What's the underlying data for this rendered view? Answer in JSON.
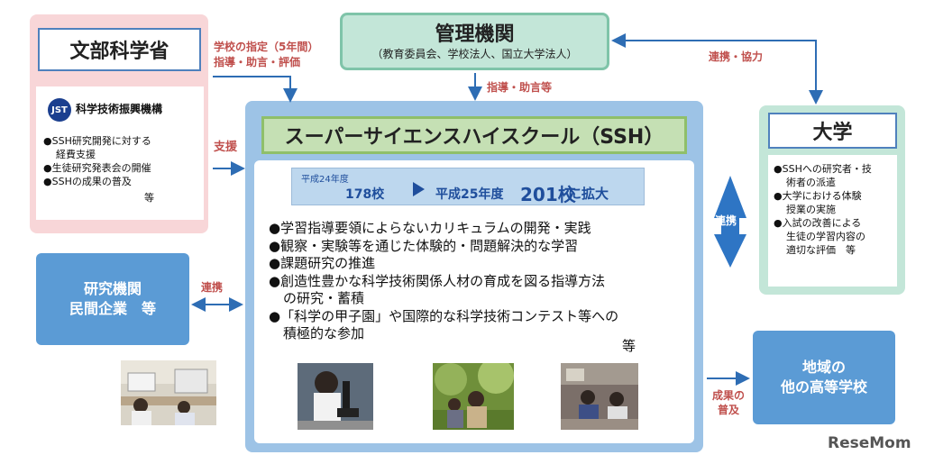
{
  "mext": {
    "title": "文部科学省",
    "jst_logo": "JST",
    "jst_name": "科学技術振興機構",
    "items": [
      "●SSH研究開発に対する",
      "経費支援",
      "●生徒研究発表会の開催",
      "●SSHの成果の普及"
    ],
    "etc": "等"
  },
  "research": {
    "line1": "研究機関",
    "line2": "民間企業　等"
  },
  "admin": {
    "title": "管理機関",
    "sub": "（教育委員会、学校法人、国立大学法人）"
  },
  "university": {
    "title": "大学",
    "items": [
      "●SSHへの研究者・技",
      "術者の派遣",
      "●大学における体験",
      "授業の実施",
      "●入試の改善による",
      "生徒の学習内容の",
      "適切な評価　等"
    ]
  },
  "region": {
    "line1": "地域の",
    "line2": "他の高等学校"
  },
  "ssh": {
    "title": "スーパーサイエンスハイスクール（SSH）",
    "growth": {
      "year24": "平成24年度",
      "count24": "178校",
      "year25": "平成25年度",
      "count25": "201校",
      "expand": "に拡大"
    },
    "items": [
      "●学習指導要領によらないカリキュラムの開発・実践",
      "●観察・実験等を通じた体験的・問題解決的な学習",
      "●課題研究の推進",
      "●創造性豊かな科学技術関係人材の育成を図る指導方法",
      "の研究・蓄積",
      "●「科学の甲子園」や国際的な科学技術コンテスト等への",
      "積極的な参加"
    ],
    "etc": "等"
  },
  "labels": {
    "designation_1": "学校の指定（5年間）",
    "designation_2": "指導・助言・評価",
    "support": "支援",
    "admin_guidance": "指導・助言等",
    "cooperation": "連携・協力",
    "renkei_left": "連携",
    "renkei_right": "連携",
    "spread_1": "成果の",
    "spread_2": "普及"
  },
  "watermark": "ReseMom",
  "colors": {
    "pink_panel": "#f8d6d8",
    "green_panel": "#c3e6d8",
    "blue_panel": "#9dc3e6",
    "dark_blue": "#5b9bd5",
    "label_red": "#c0504d",
    "arrow_blue": "#2e6db4"
  }
}
